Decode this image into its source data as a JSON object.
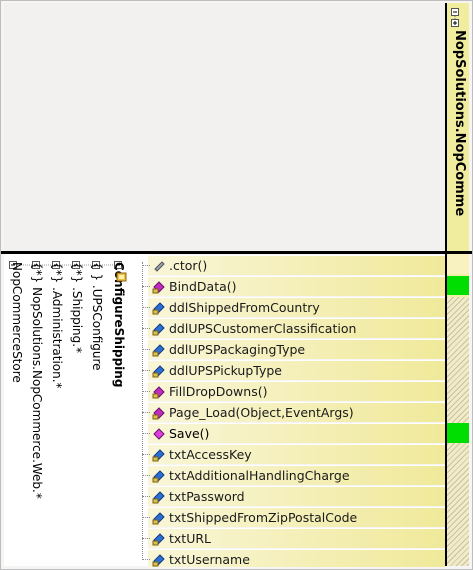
{
  "namespace_header": "NopSolutions.NopComme",
  "tree_columns": [
    {
      "prefix": "",
      "label": "ConfigureShipping"
    },
    {
      "prefix": "{ }",
      "label": ".UPSConfigure"
    },
    {
      "prefix": "{*}",
      "label": ".Shipping.*"
    },
    {
      "prefix": "{*}",
      "label": ".Administration.*"
    },
    {
      "prefix": "{*}",
      "label": "NopSolutions.NopCommerce.Web.*"
    },
    {
      "prefix": "",
      "label": "NopCommerceStore"
    }
  ],
  "members": [
    {
      "label": ".ctor()",
      "icon": "constructor-icon"
    },
    {
      "label": "BindData()",
      "icon": "private-method-icon"
    },
    {
      "label": "ddlShippedFromCountry",
      "icon": "field-icon"
    },
    {
      "label": "ddlUPSCustomerClassification",
      "icon": "field-icon"
    },
    {
      "label": "ddlUPSPackagingType",
      "icon": "field-icon"
    },
    {
      "label": "ddlUPSPickupType",
      "icon": "field-icon"
    },
    {
      "label": "FillDropDowns()",
      "icon": "private-method-icon"
    },
    {
      "label": "Page_Load(Object,EventArgs)",
      "icon": "method-icon"
    },
    {
      "label": "Save()",
      "icon": "method-icon"
    },
    {
      "label": "txtAccessKey",
      "icon": "field-icon"
    },
    {
      "label": "txtAdditionalHandlingCharge",
      "icon": "field-icon"
    },
    {
      "label": "txtPassword",
      "icon": "field-icon"
    },
    {
      "label": "txtShippedFromZipPostalCode",
      "icon": "field-icon"
    },
    {
      "label": "txtURL",
      "icon": "field-icon"
    },
    {
      "label": "txtUsername",
      "icon": "field-icon"
    }
  ],
  "colors": {
    "member_gradient_start": "#f9f6d8",
    "member_gradient_end": "#f0e99a",
    "highlight_green": "#00dd00",
    "method_magenta": "#c02cc0",
    "field_blue": "#2a6fd6"
  }
}
